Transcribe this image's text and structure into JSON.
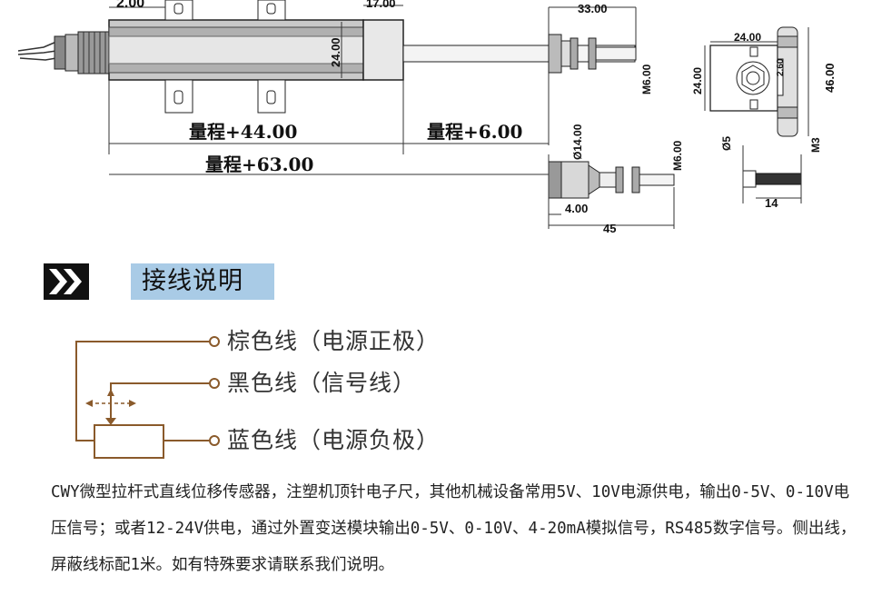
{
  "drawing": {
    "labels": {
      "top_left_dim": "2.00",
      "top_mid_dim": "17.00",
      "body_height": "24.00",
      "range_plus_44": "量程+44.00",
      "range_plus_6": "量程+6.00",
      "range_plus_63": "量程+63.00",
      "rod_length": "33.00",
      "thread_m6_a": "M6.00",
      "bracket_width": "24.00",
      "bracket_height_side": "24.00",
      "bracket_hole": "2.60",
      "bracket_total": "46.00",
      "end_diameter": "Ø14.00",
      "thread_m6_b": "M6.00",
      "end_flange": "4.00",
      "end_length": "45",
      "screw_dia": "Ø5",
      "screw_thread": "M3",
      "screw_length": "14"
    }
  },
  "section": {
    "title": "接线说明"
  },
  "wiring": {
    "brown": "棕色线（电源正极）",
    "black": "黑色线（信号线）",
    "blue": "蓝色线（电源负极）"
  },
  "description": {
    "text": "CWY微型拉杆式直线位移传感器，注塑机顶针电子尺，其他机械设备常用5V、10V电源供电，输出0-5V、0-10V电压信号；或者12-24V供电，通过外置变送模块输出0-5V、0-10V、4-20mA模拟信号，RS485数字信号。侧出线，屏蔽线标配1米。如有特殊要求请联系我们说明。"
  }
}
